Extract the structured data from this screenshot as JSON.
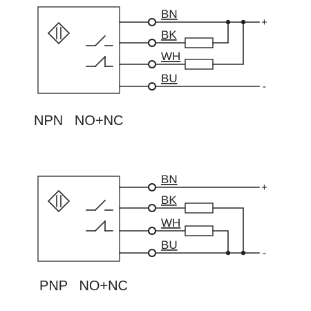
{
  "diagrams": [
    {
      "caption_type": "NPN",
      "caption_mode": "NO+NC",
      "wires": [
        "BN",
        "BK",
        "WH",
        "BU"
      ],
      "supply_positive": "+",
      "supply_negative": "-"
    },
    {
      "caption_type": "PNP",
      "caption_mode": "NO+NC",
      "wires": [
        "BN",
        "BK",
        "WH",
        "BU"
      ],
      "supply_positive": "+",
      "supply_negative": "-"
    }
  ]
}
